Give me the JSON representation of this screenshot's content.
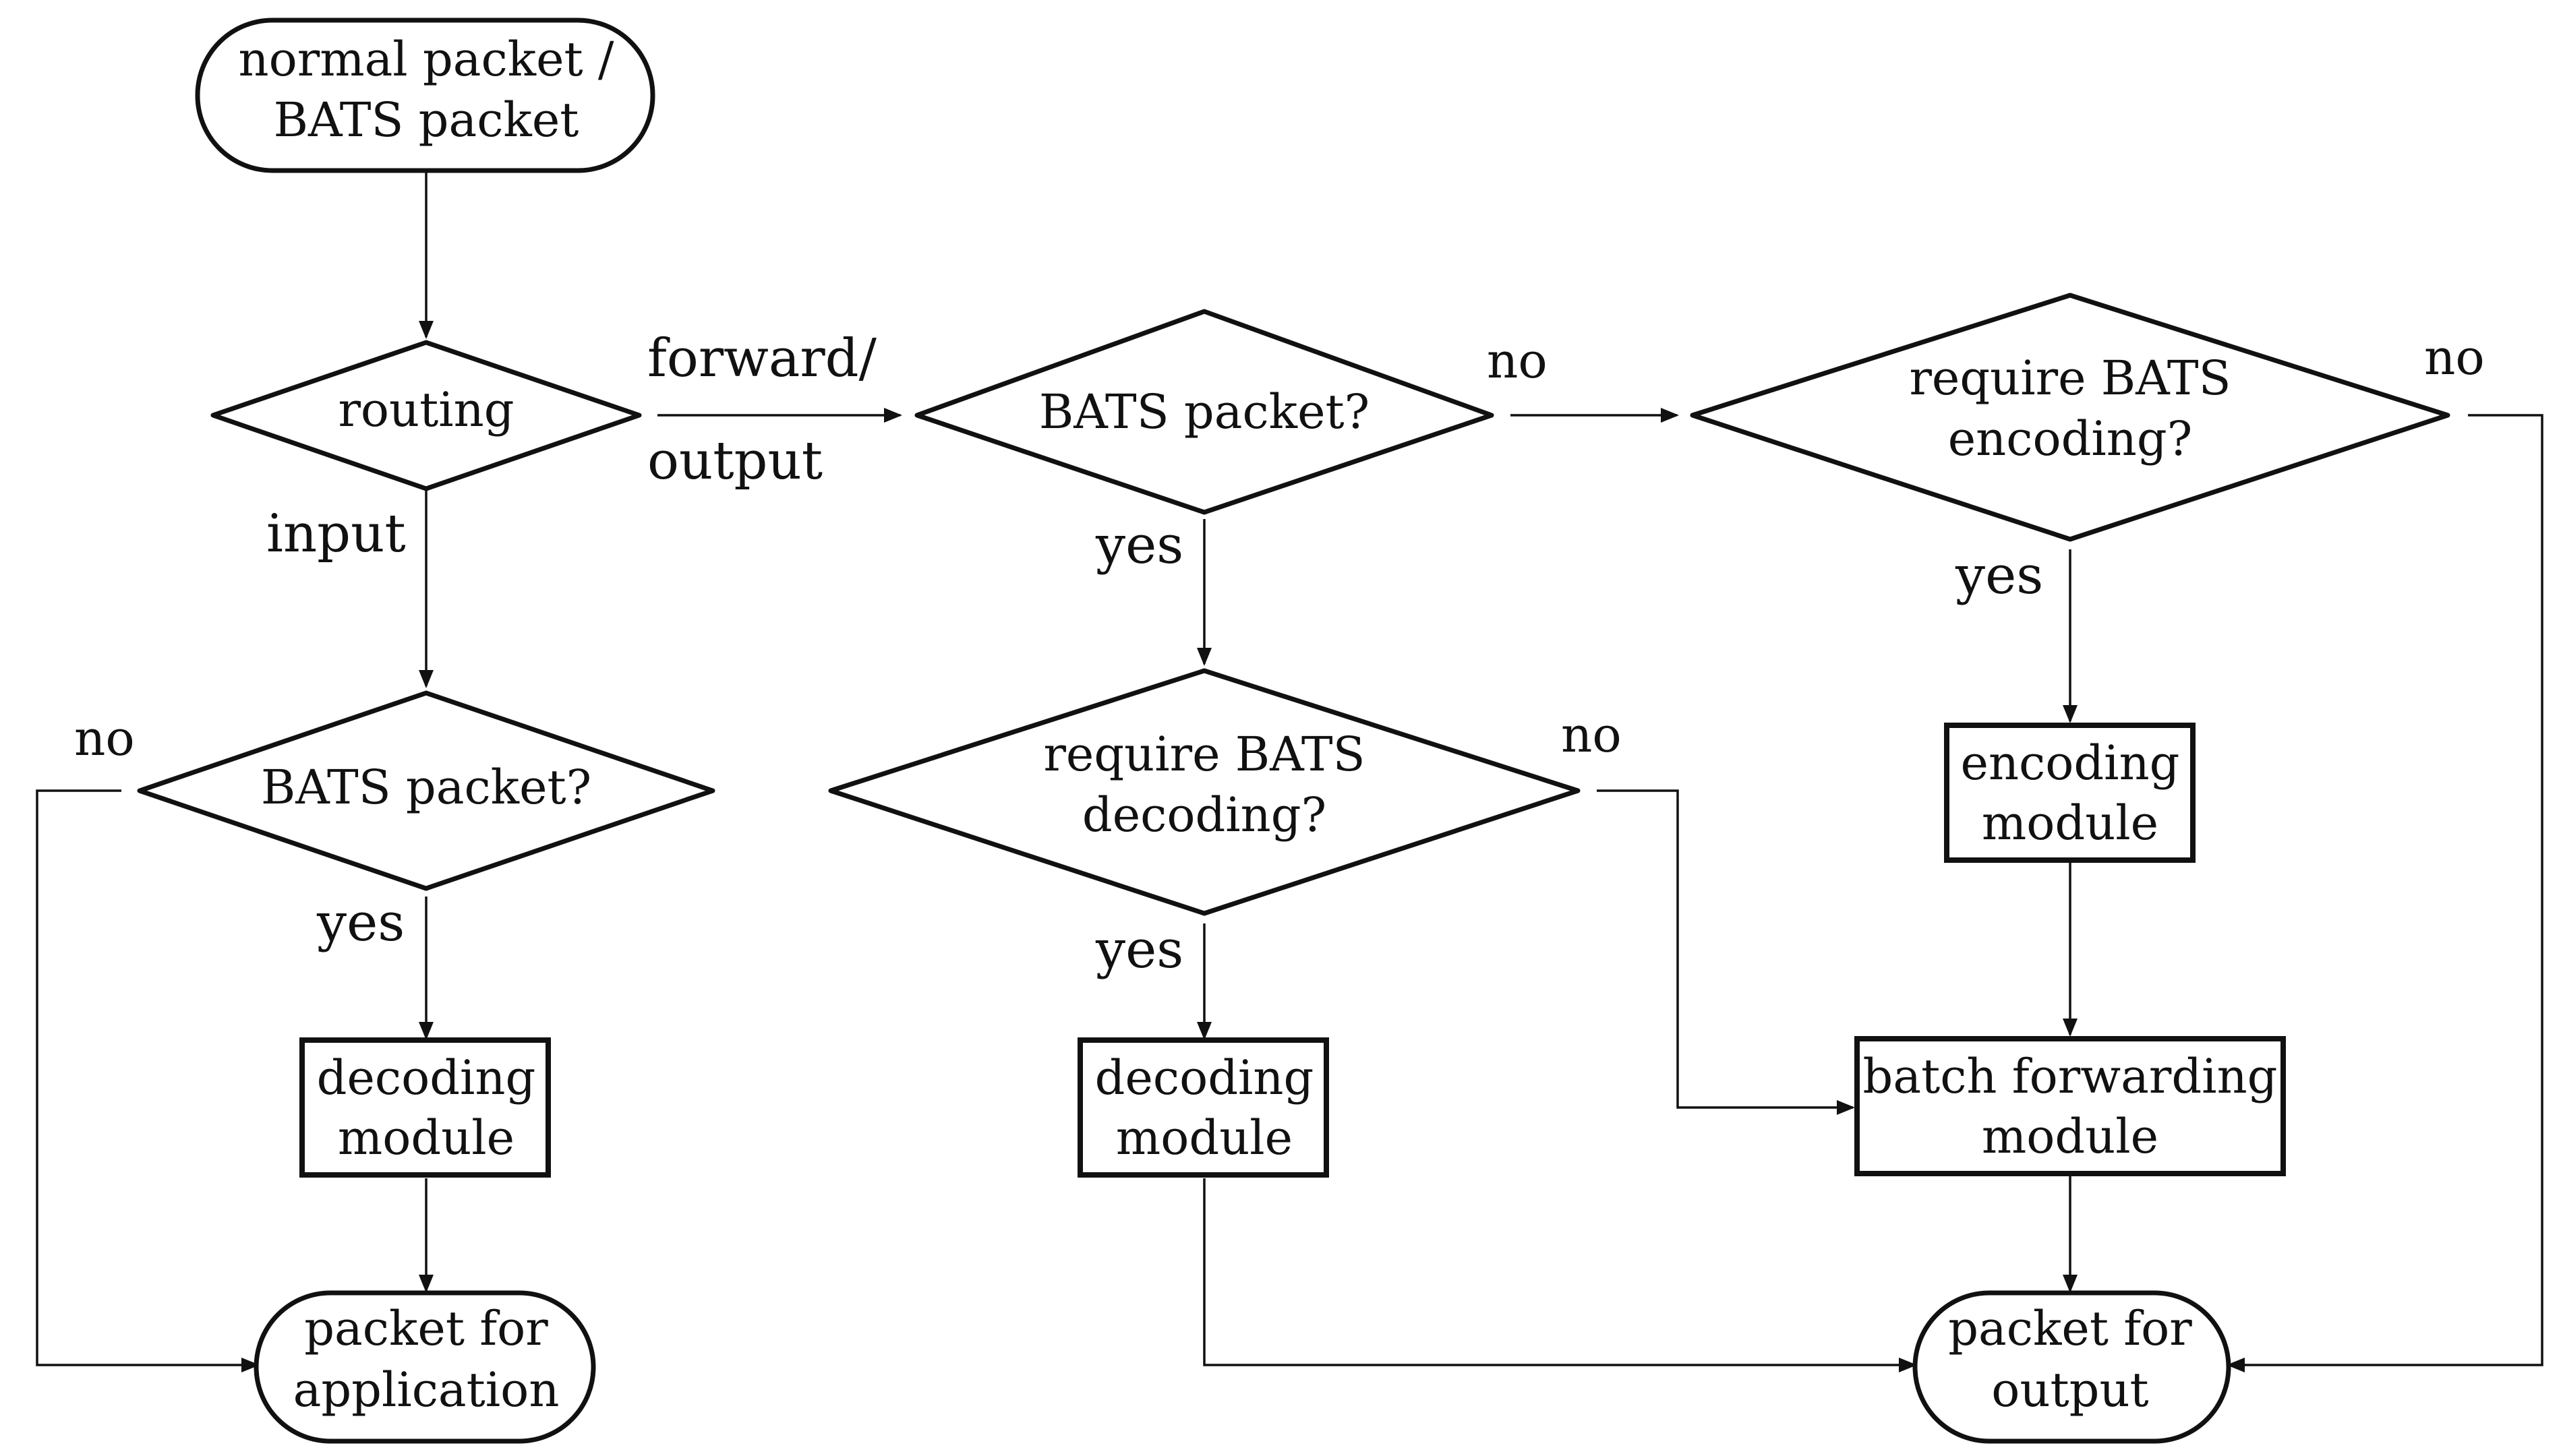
{
  "nodes": {
    "start": [
      "normal packet /",
      "BATS packet"
    ],
    "routing": [
      "routing"
    ],
    "bats_input": [
      "BATS packet?"
    ],
    "decode_in": [
      "decoding",
      "module"
    ],
    "app_out": [
      "packet for",
      "application"
    ],
    "bats_fwd": [
      "BATS packet?"
    ],
    "req_decode": [
      "require BATS",
      "decoding?"
    ],
    "decode_fwd": [
      "decoding",
      "module"
    ],
    "req_encode": [
      "require BATS",
      "encoding?"
    ],
    "encode": [
      "encoding",
      "module"
    ],
    "batch_fwd": [
      "batch forwarding",
      "module"
    ],
    "pkt_out": [
      "packet for",
      "output"
    ]
  },
  "edge_labels": {
    "input": "input",
    "forward_output": [
      "forward/",
      "output"
    ],
    "no_input": "no",
    "yes_input": "yes",
    "no_fwd": "no",
    "yes_fwd": "yes",
    "no_req_decode": "no",
    "yes_req_decode": "yes",
    "no_req_encode": "no",
    "yes_req_encode": "yes"
  }
}
